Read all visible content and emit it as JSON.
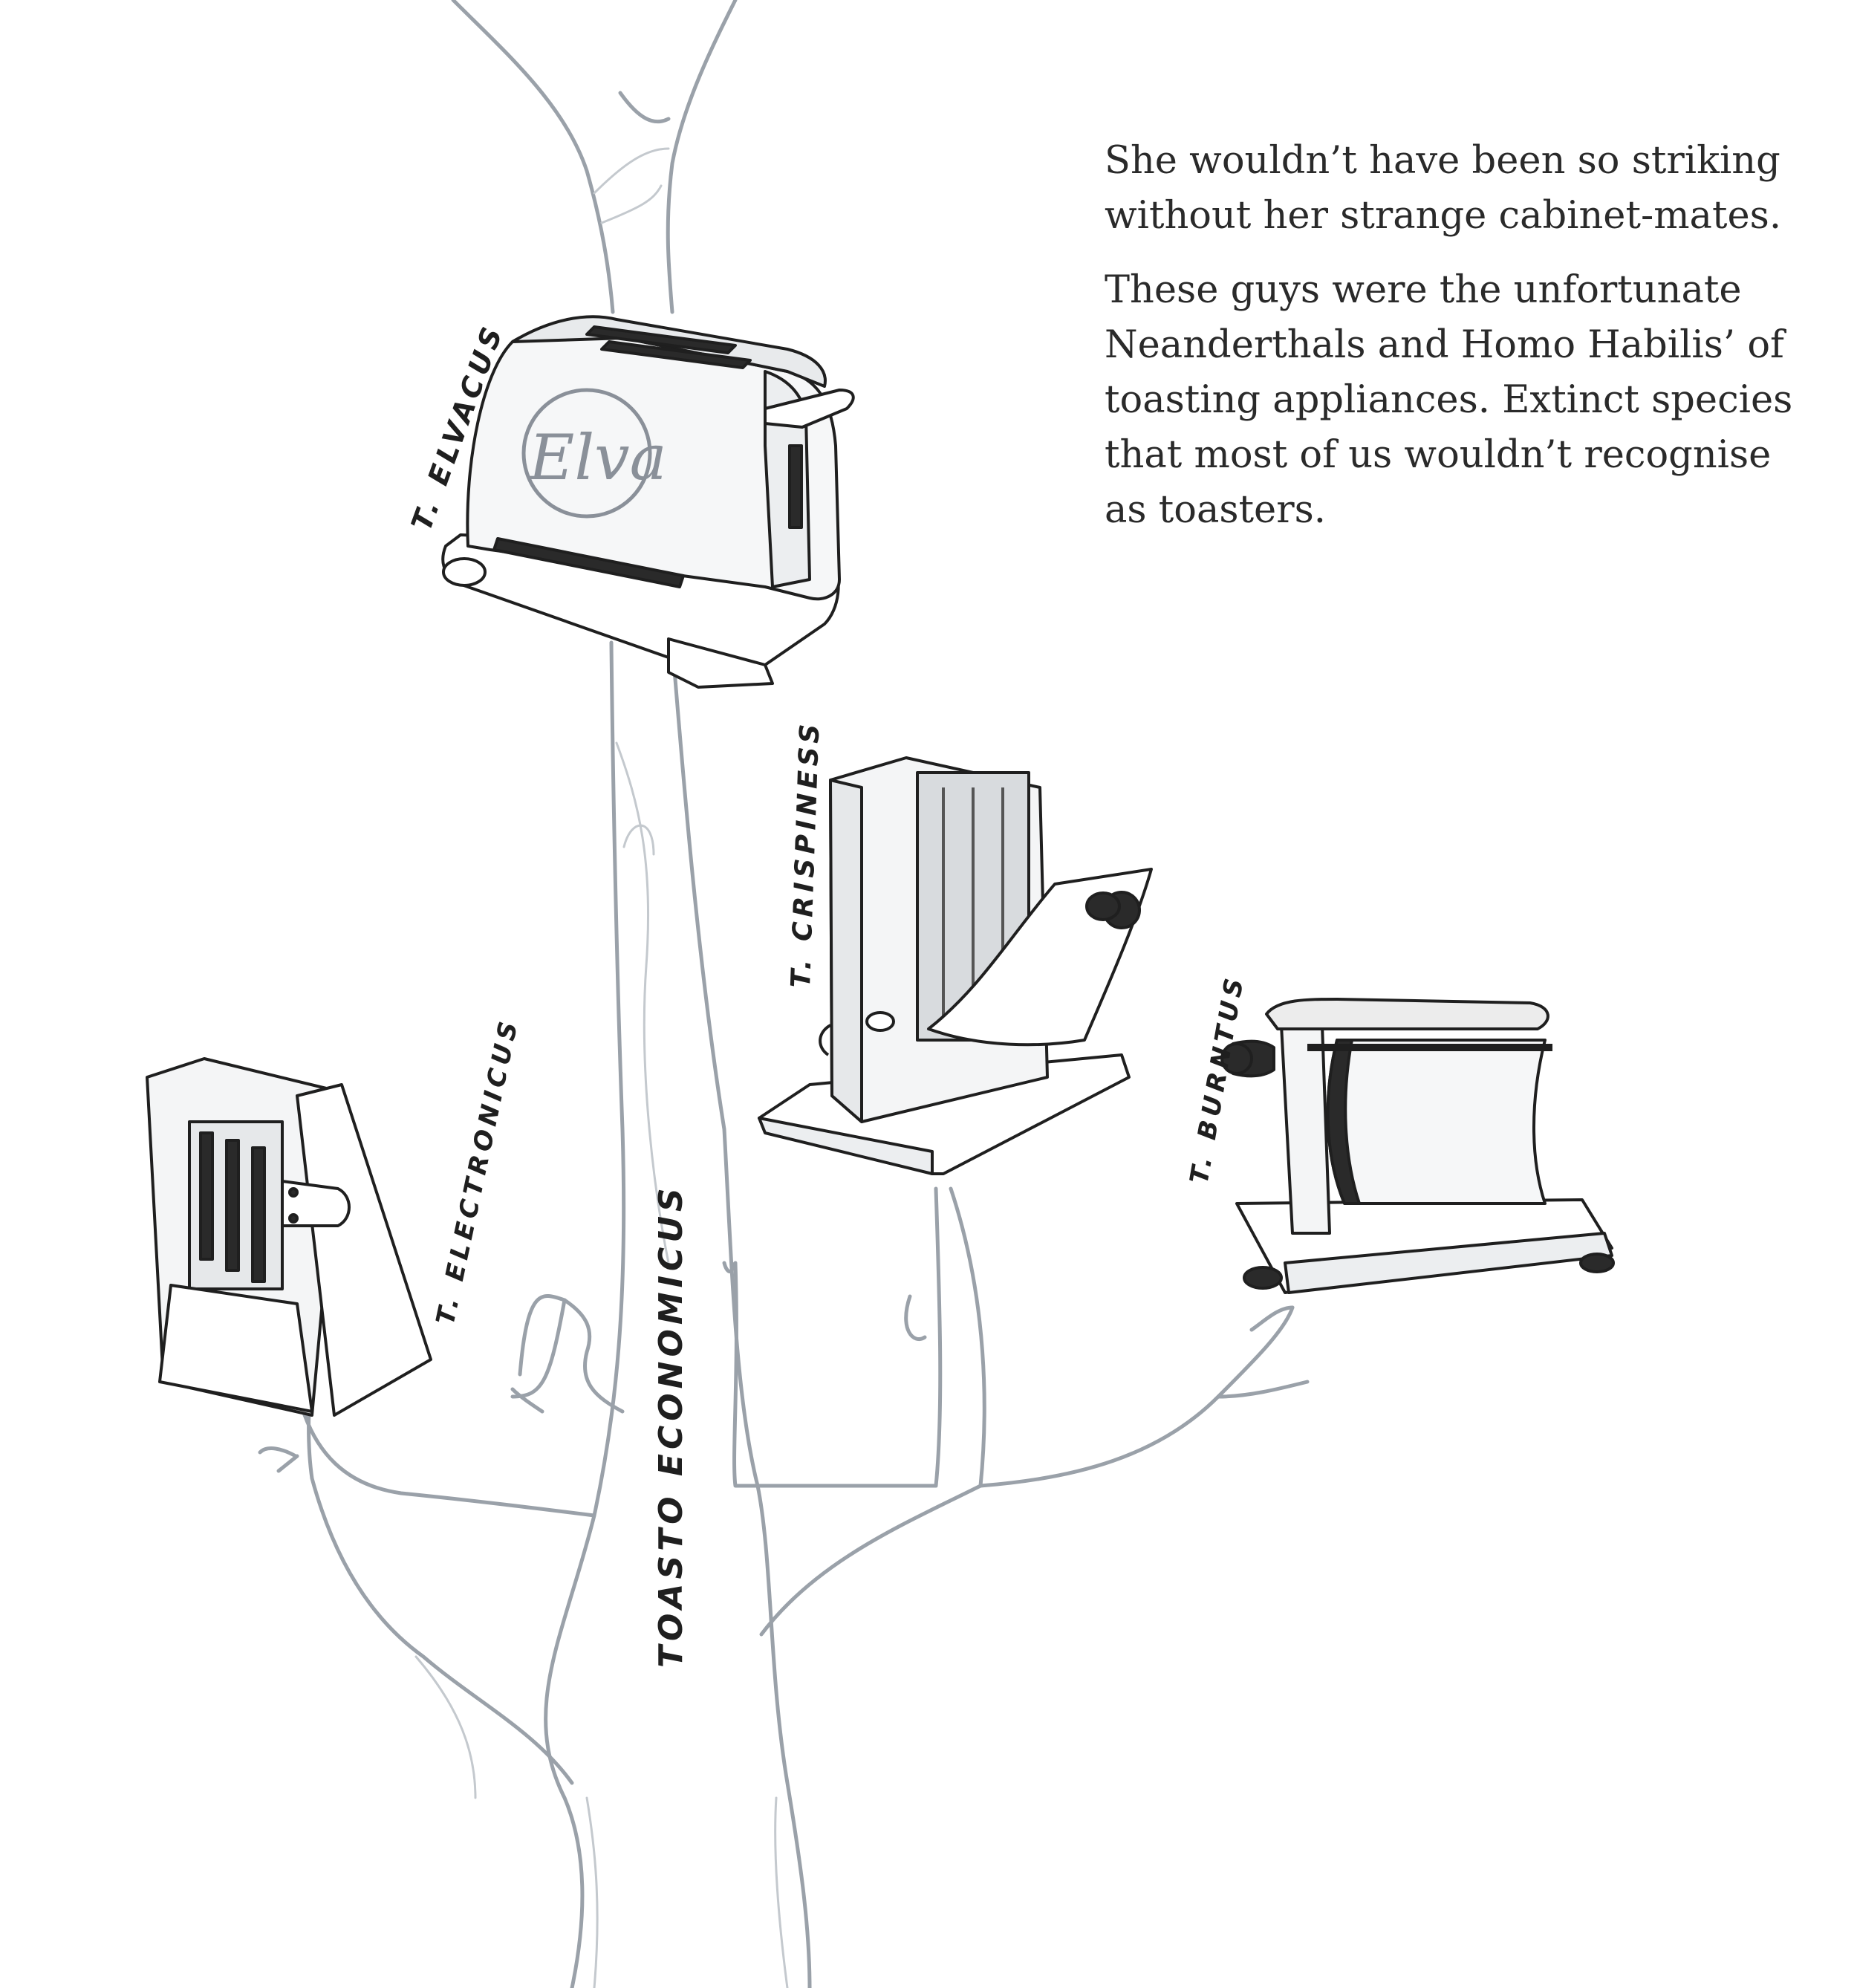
{
  "narration": {
    "paragraph_1": "She wouldn’t have been so striking without her strange cabinet-mates.",
    "paragraph_2": "These guys were the unfortunate Neanderthals and Homo Habilis’ of toasting appliances. Extinct species that most of us wouldn’t recognise as toasters."
  },
  "labels": {
    "trunk": "TOASTO ECONOMICUS",
    "elvacus": "T. ELVACUS",
    "crispiness": "T. CRISPINESS",
    "burntus": "T. BURNTUS",
    "electronicus": "T. ELECTRONICUS",
    "elva_logo": "Elva"
  },
  "colors": {
    "branch_stroke": "#9aa1a9",
    "ink": "#1f1f1f",
    "text": "#2a2a2a",
    "background": "#ffffff"
  }
}
